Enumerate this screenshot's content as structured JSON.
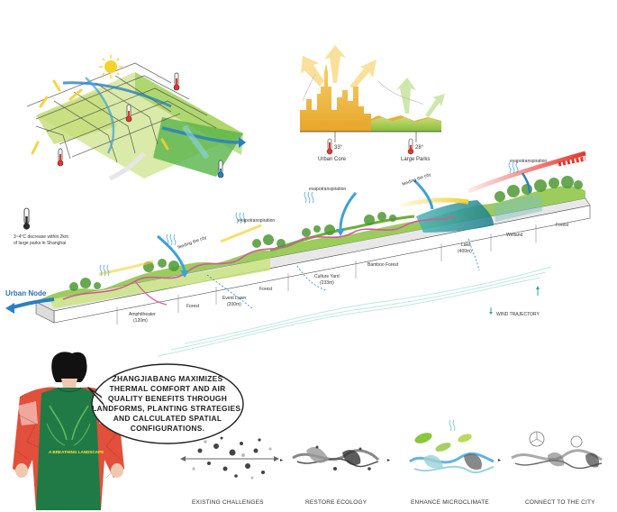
{
  "skyline": {
    "urban_core_temp": "33°",
    "urban_core_label": "Urban Core",
    "parks_temp": "28°",
    "parks_label": "Large Parks"
  },
  "thermo_note": {
    "line1": "3~4°C decrease within 2km",
    "line2": "of large parks in Shanghai"
  },
  "section": {
    "urban_node": "Urban Node",
    "feeding_1": "feeding the city",
    "feeding_2": "feeding the city",
    "evapo_1": "evapotranspiration",
    "evapo_2": "evapotranspiration",
    "evapo_3": "evapotranspiration",
    "wind": "WIND TRAJECTORY",
    "zones": [
      {
        "line1": "Amphitheater",
        "line2": "(120m)"
      },
      {
        "line1": "Forest",
        "line2": ""
      },
      {
        "line1": "Event Lawn",
        "line2": "(200m)"
      },
      {
        "line1": "Forest",
        "line2": ""
      },
      {
        "line1": "Culture Yard",
        "line2": "(233m)"
      },
      {
        "line1": "Bamboo Forest",
        "line2": ""
      },
      {
        "line1": "Lake",
        "line2": "(400m)"
      },
      {
        "line1": "Wetland",
        "line2": ""
      },
      {
        "line1": "Forest",
        "line2": ""
      }
    ]
  },
  "statement": {
    "lines": [
      "ZHANGJIABANG MAXIMIZES",
      "THERMAL COMFORT AND AIR",
      "QUALITY BENEFITS THROUGH",
      "LANDFORMS, PLANTING STRATEGIES,",
      "AND CALCULATED SPATIAL",
      "CONFIGURATIONS."
    ]
  },
  "shirt": {
    "text": "A BREATHING LANDSCAPE"
  },
  "steps": [
    {
      "label": "EXISTING CHALLENGES"
    },
    {
      "label": "RESTORE ECOLOGY"
    },
    {
      "label": "ENHANCE MICROCLIMATE"
    },
    {
      "label": "CONNECT TO THE CITY"
    }
  ],
  "colors": {
    "accent_orange": "#f09a2a",
    "green": "#8cc63f",
    "blue": "#2a7fc1",
    "red": "#e8342c",
    "yellow": "#f2d230",
    "teal": "#2fa3a8"
  }
}
